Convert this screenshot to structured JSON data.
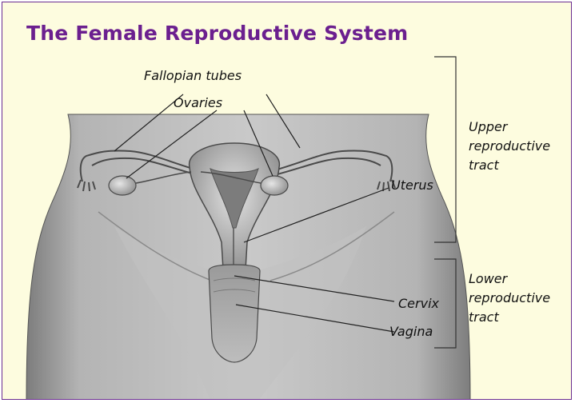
{
  "title": "The Female Reproductive System",
  "labels": {
    "fallopian_tubes": "Fallopian tubes",
    "ovaries": "Ovaries",
    "uterus": "Uterus",
    "cervix": "Cervix",
    "vagina": "Vagina"
  },
  "regions": {
    "upper": [
      "Upper",
      "reproductive",
      "tract"
    ],
    "lower": [
      "Lower",
      "reproductive",
      "tract"
    ]
  },
  "colors": {
    "title": "#6b1f8f",
    "border": "#6b2c91",
    "background": "#fdfcdf"
  }
}
